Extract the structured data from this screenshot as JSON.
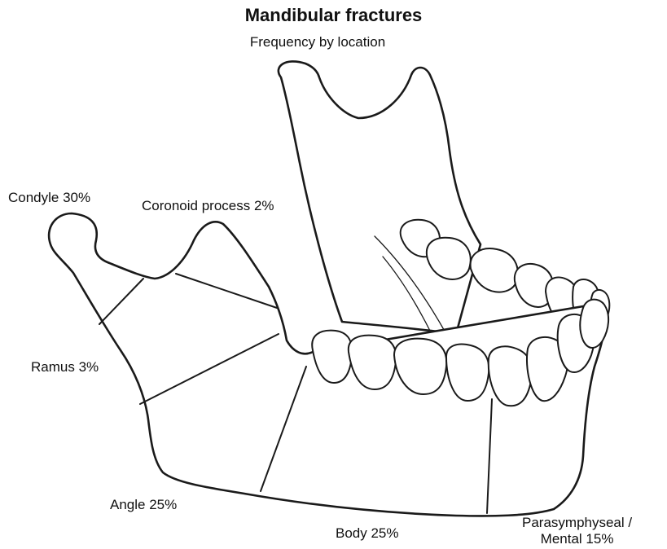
{
  "title": "Mandibular fractures",
  "subtitle": "Frequency by location",
  "labels": {
    "condyle": "Condyle 30%",
    "coronoid": "Coronoid process 2%",
    "ramus": "Ramus 3%",
    "angle": "Angle 25%",
    "body": "Body 25%",
    "parasymphyseal_line1": "Parasymphyseal /",
    "parasymphyseal_line2": "Mental 15%"
  }
}
